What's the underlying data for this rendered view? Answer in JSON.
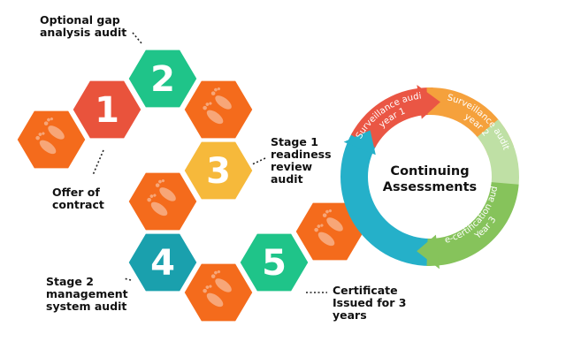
{
  "colors": {
    "orange": "#f46b1c",
    "red": "#e9533c",
    "green": "#1fc489",
    "yellow": "#f6b93b",
    "teal": "#1aa0ad",
    "cycle_red": "#ea5644",
    "cycle_orange": "#f5a13c",
    "cycle_green": "#86c35b",
    "cycle_blue": "#25b0c9",
    "footprint": "#f7a678"
  },
  "steps": [
    {
      "number": "1",
      "label": [
        "Offer of",
        "contract"
      ]
    },
    {
      "number": "2",
      "label": [
        "Optional gap",
        "analysis audit"
      ]
    },
    {
      "number": "3",
      "label": [
        "Stage 1",
        "readiness",
        "review",
        "audit"
      ]
    },
    {
      "number": "4",
      "label": [
        "Stage 2",
        "management",
        "system audit"
      ]
    },
    {
      "number": "5",
      "label": [
        "Certificate",
        "Issued for 3",
        "years"
      ]
    }
  ],
  "decor_icon": "footprints-icon",
  "cycle": {
    "center": [
      "Continuing",
      "Assessments"
    ],
    "segments": [
      {
        "name": "surveillance-year-1",
        "line1": "Surveillance audit",
        "line2": "year 1"
      },
      {
        "name": "surveillance-year-2",
        "line1": "Surveillance audit",
        "line2": "year 2"
      },
      {
        "name": "recertification-year-3",
        "line1": "Re-certification audit",
        "line2": "Year 3"
      }
    ]
  }
}
